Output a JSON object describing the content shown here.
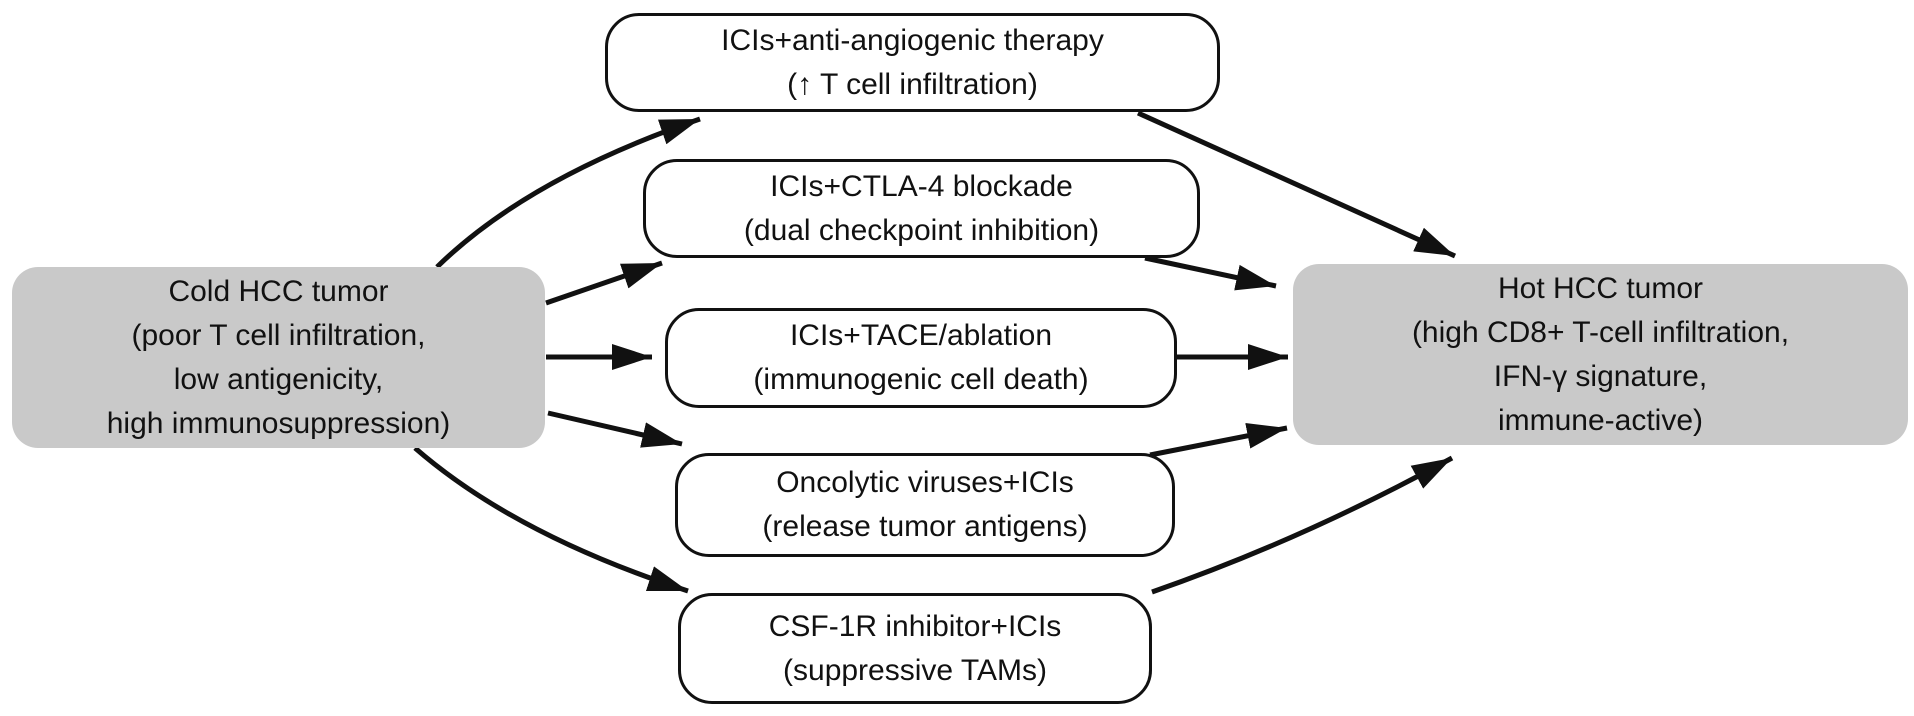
{
  "figure": {
    "type": "flow-diagram",
    "topic": "Combination strategies converting cold HCC tumors into hot HCC tumors",
    "background_color": "#ffffff",
    "text_color": "#111111",
    "state_node_fill": "#c9c9c9",
    "therapy_node_fill": "#ffffff",
    "therapy_node_border": "#111111",
    "arrow_color": "#111111"
  },
  "nodes": {
    "cold": {
      "kind": "state",
      "label": "Cold HCC tumor\n(poor T cell infiltration,\nlow antigenicity,\nhigh immunosuppression)"
    },
    "therapy1": {
      "kind": "therapy",
      "label": "ICIs+anti-angiogenic therapy\n(↑ T cell infiltration)"
    },
    "therapy2": {
      "kind": "therapy",
      "label": "ICIs+CTLA-4 blockade\n(dual checkpoint inhibition)"
    },
    "therapy3": {
      "kind": "therapy",
      "label": "ICIs+TACE/ablation\n(immunogenic cell death)"
    },
    "therapy4": {
      "kind": "therapy",
      "label": "Oncolytic viruses+ICIs\n(release tumor antigens)"
    },
    "therapy5": {
      "kind": "therapy",
      "label": "CSF-1R inhibitor+ICIs\n(suppressive TAMs)"
    },
    "hot": {
      "kind": "state",
      "label": "Hot HCC tumor\n(high CD8+ T-cell infiltration,\nIFN-γ signature,\nimmune-active)"
    }
  },
  "edges": [
    {
      "from": "cold",
      "to": "therapy1"
    },
    {
      "from": "cold",
      "to": "therapy2"
    },
    {
      "from": "cold",
      "to": "therapy3"
    },
    {
      "from": "cold",
      "to": "therapy4"
    },
    {
      "from": "cold",
      "to": "therapy5"
    },
    {
      "from": "therapy1",
      "to": "hot"
    },
    {
      "from": "therapy2",
      "to": "hot"
    },
    {
      "from": "therapy3",
      "to": "hot"
    },
    {
      "from": "therapy4",
      "to": "hot"
    },
    {
      "from": "therapy5",
      "to": "hot"
    }
  ]
}
